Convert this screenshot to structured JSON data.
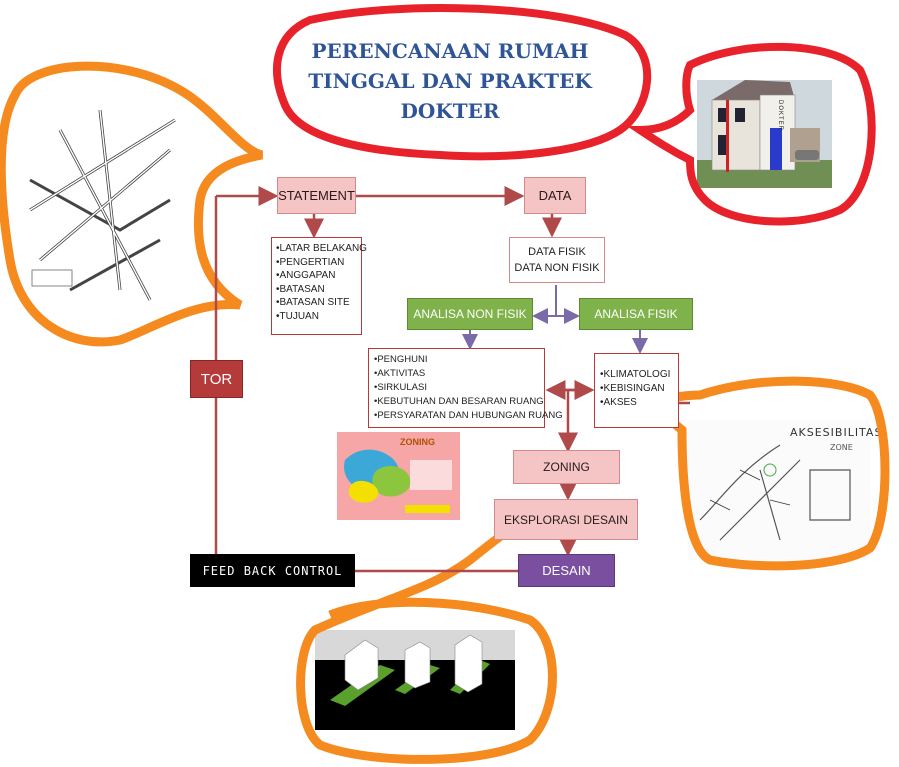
{
  "title": {
    "line1": "PERENCANAAN RUMAH",
    "line2": "TINGGAL DAN PRAKTEK",
    "line3": "DOKTER"
  },
  "boxes": {
    "statement": "STATEMENT",
    "data": "DATA",
    "data_fisik": "DATA FISIK",
    "data_non_fisik": "DATA NON FISIK",
    "analisa_non_fisik": "ANALISA NON FISIK",
    "analisa_fisik": "ANALISA FISIK",
    "tor": "TOR",
    "zoning": "ZONING",
    "eksplorasi_desain": "EKSPLORASI DESAIN",
    "desain": "DESAIN",
    "feedback": "FEED BACK CONTROL"
  },
  "statement_list": [
    "•LATAR BELAKANG",
    "•PENGERTIAN",
    "•ANGGAPAN",
    "•BATASAN",
    "•BATASAN SITE",
    "•TUJUAN"
  ],
  "non_fisik_list": [
    "•PENGHUNI",
    "•AKTIVITAS",
    "•SIRKULASI",
    "•KEBUTUHAN DAN BESARAN RUANG",
    "•PERSYARATAN DAN HUBUNGAN RUANG"
  ],
  "fisik_list": [
    "•KLIMATOLOGI",
    "•KEBISINGAN",
    "•AKSES"
  ],
  "images": {
    "sketch_title": "AKSESIBILITAS",
    "sketch_sub": "ZONE",
    "house_sign": "DOKTER",
    "zoning_title": "ZONING"
  },
  "colors": {
    "title_blue": "#2f5597",
    "red_outline": "#e8222a",
    "orange_outline": "#f58a1f",
    "arrow_red": "#b04a4a",
    "arrow_purple": "#7b6aa8"
  }
}
